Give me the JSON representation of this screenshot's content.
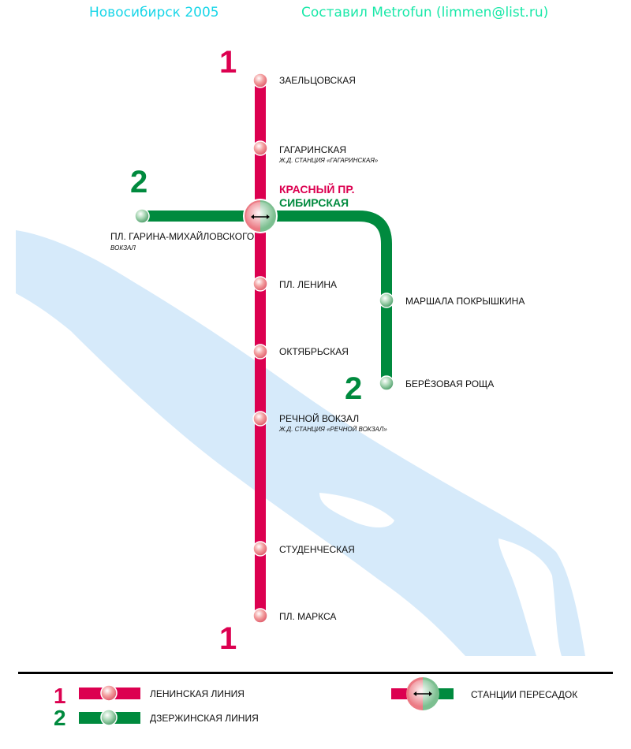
{
  "header": {
    "title": "Новосибирск 2005",
    "credit": "Составил Metrofun (limmen@list.ru)"
  },
  "colors": {
    "line1": "#dc0050",
    "line2": "#008a3e",
    "river": "#d6eafa",
    "title": "#19d6e8",
    "credit": "#19e8a8"
  },
  "lines": [
    {
      "number": "1",
      "name": "ЛЕНИНСКАЯ ЛИНИЯ"
    },
    {
      "number": "2",
      "name": "ДЗЕРЖИНСКАЯ ЛИНИЯ"
    }
  ],
  "stations": {
    "zaeltsovskaya": "ЗАЕЛЬЦОВСКАЯ",
    "gagarinskaya": "ГАГАРИНСКАЯ",
    "gagarinskaya_sub": "Ж.Д. СТАНЦИЯ «ГАГАРИНСКАЯ»",
    "krasny": "КРАСНЫЙ ПР.",
    "sibirskaya": "СИБИРСКАЯ",
    "garina": "ПЛ. ГАРИНА-МИХАЙЛОВСКОГО",
    "garina_sub": "ВОКЗАЛ",
    "lenina": "ПЛ. ЛЕНИНА",
    "oktyabrskaya": "ОКТЯБРЬСКАЯ",
    "rechnoy": "РЕЧНОЙ ВОКЗАЛ",
    "rechnoy_sub": "Ж.Д. СТАНЦИЯ «РЕЧНОЙ ВОКЗАЛ»",
    "studencheskaya": "СТУДЕНЧЕСКАЯ",
    "marksa": "ПЛ. МАРКСА",
    "pokryshkina": "МАРШАЛА ПОКРЫШКИНА",
    "berezovaya": "БЕРЁЗОВАЯ РОЩА"
  },
  "legend": {
    "transfer": "СТАНЦИИ ПЕРЕСАДОК"
  }
}
